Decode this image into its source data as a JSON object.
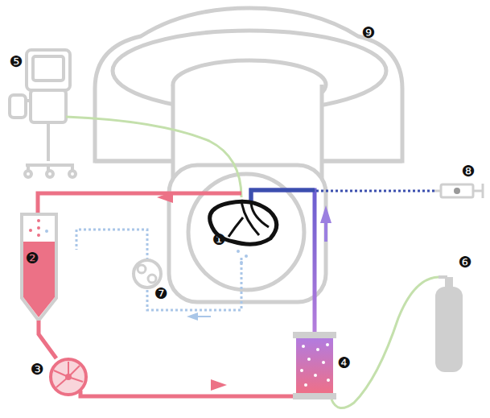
{
  "diagram": {
    "labels": [
      "❶",
      "❷",
      "❸",
      "❹",
      "❺",
      "❻",
      "❼",
      "❽",
      "❾"
    ]
  }
}
